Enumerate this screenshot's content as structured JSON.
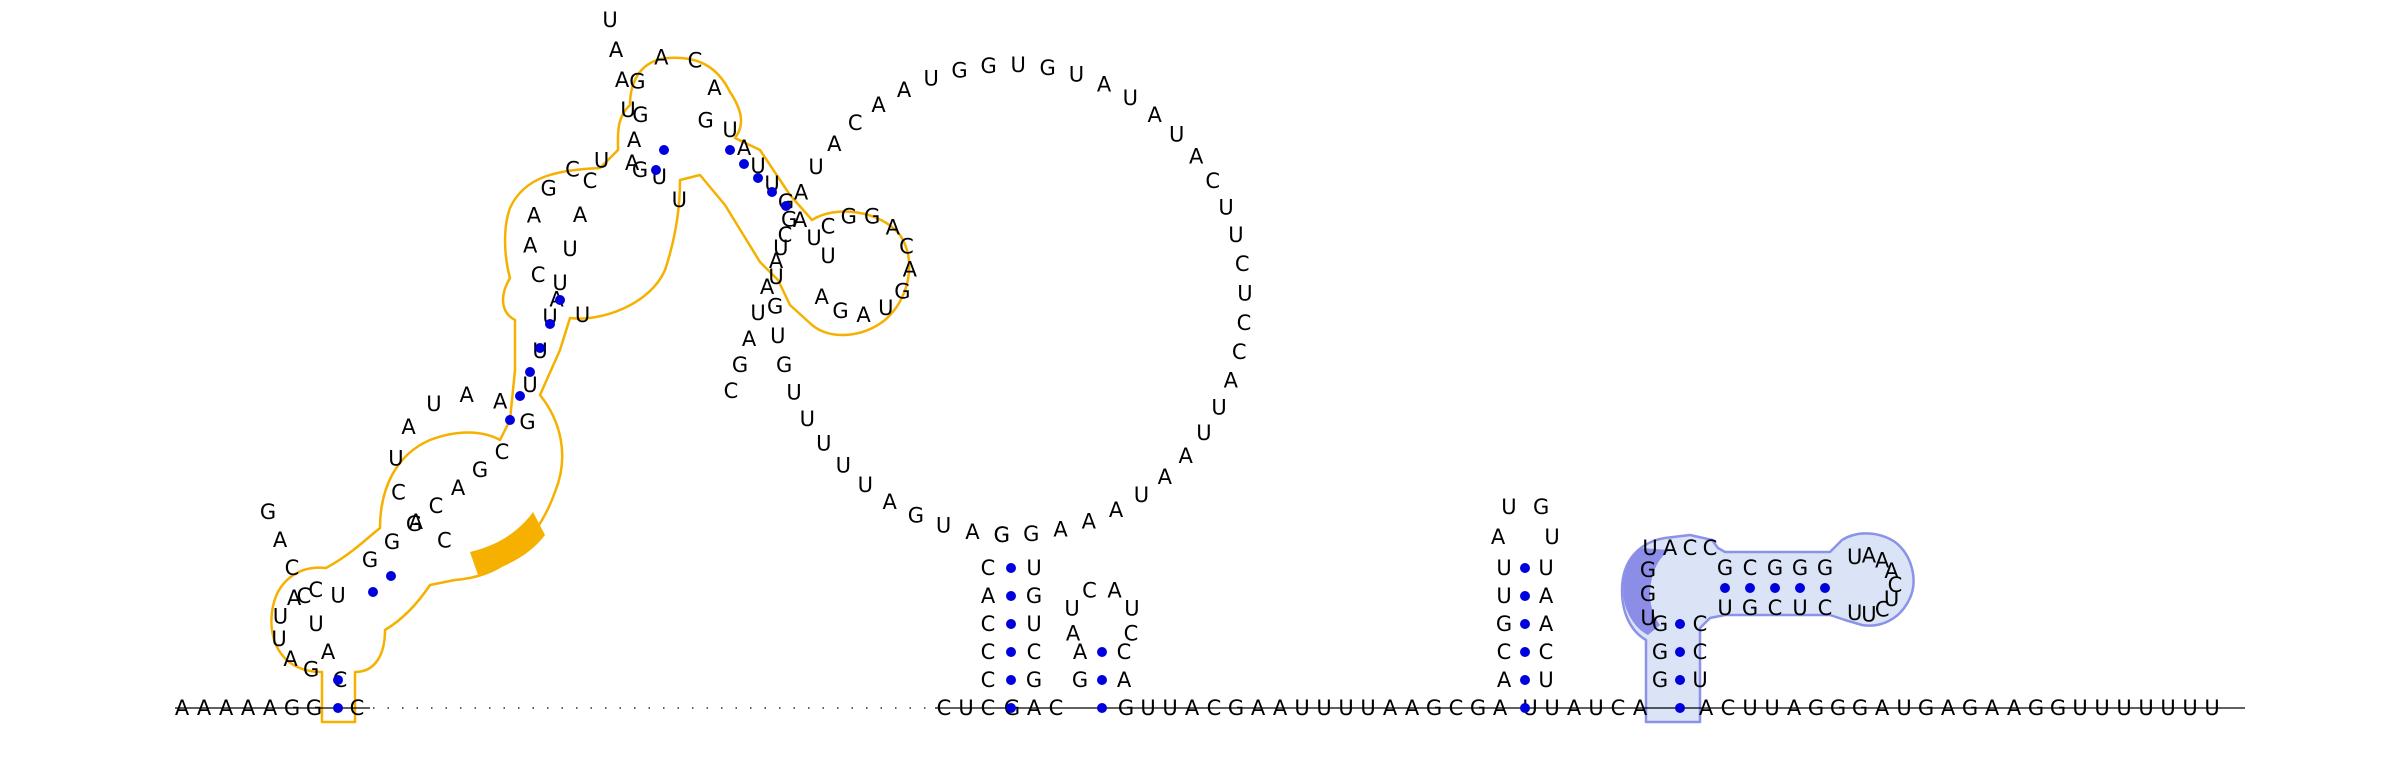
{
  "colors": {
    "background": "#ffffff",
    "nucleotide_text": "#000000",
    "base_pair_dot": "#0000dd",
    "domain_outline_orange": "#f5b000",
    "domain_fill_orange": "#f5b000",
    "domain_outline_blue": "#8a93e8",
    "domain_fill_blue": "#dbe4f7",
    "domain_highlight_blue": "#8b8de6"
  },
  "strands": {
    "prefix_5p": "AAAAAGG",
    "c_after_prefix": "C",
    "cuc": "CUC",
    "helixA_left": "CCCAC",
    "helixA_right": "GCUGU",
    "hairpin2_left": "GA",
    "hairpin2_right": "AC",
    "hairpin2_loop": "AUCAUC",
    "linker1": "GUUACGAAUUUUAAGCGA",
    "hairpin3_left": "ACGUU",
    "hairpin3_right": "UCAAU",
    "hairpin3_loop": "AUGU",
    "linker2": "UUAUCA",
    "pk_left": "GGG",
    "pk_right": "UCC",
    "pk_top_left": "UGG",
    "pk_top_acc": "UACC",
    "pk_stem_top": "GCGGG",
    "pk_stem_bottom": "UGCUC",
    "pk_loop": "UAAACUCUU",
    "tail_3p": "ACUUAGGGAUGAGAAGGUUUUUUU",
    "big_loop": "GAUGAUUUUUGUGUUGAUACAAUGGUGUAUAUACUUCUCCAUUAAUAAAGG",
    "orange_basal_left": "CUACUAGUAGCCCACCAUUUGCUAUUAAGAAUCGAUGAUAUGAAAUCAAGCUGAACAACU",
    "orange_cap_loop": "GGACAGUAGA"
  }
}
